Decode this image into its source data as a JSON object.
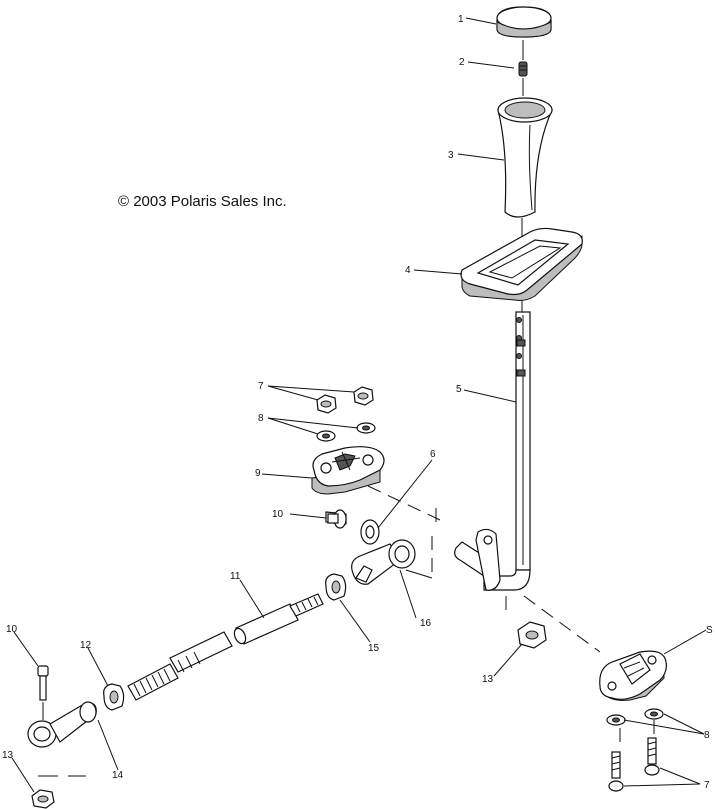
{
  "copyright": "© 2003 Polaris Sales Inc.",
  "callouts": [
    "1",
    "2",
    "3",
    "4",
    "5",
    "6",
    "7",
    "8",
    "9",
    "10",
    "11",
    "12",
    "13",
    "14",
    "15",
    "16",
    "8",
    "7",
    "10",
    "13"
  ]
}
